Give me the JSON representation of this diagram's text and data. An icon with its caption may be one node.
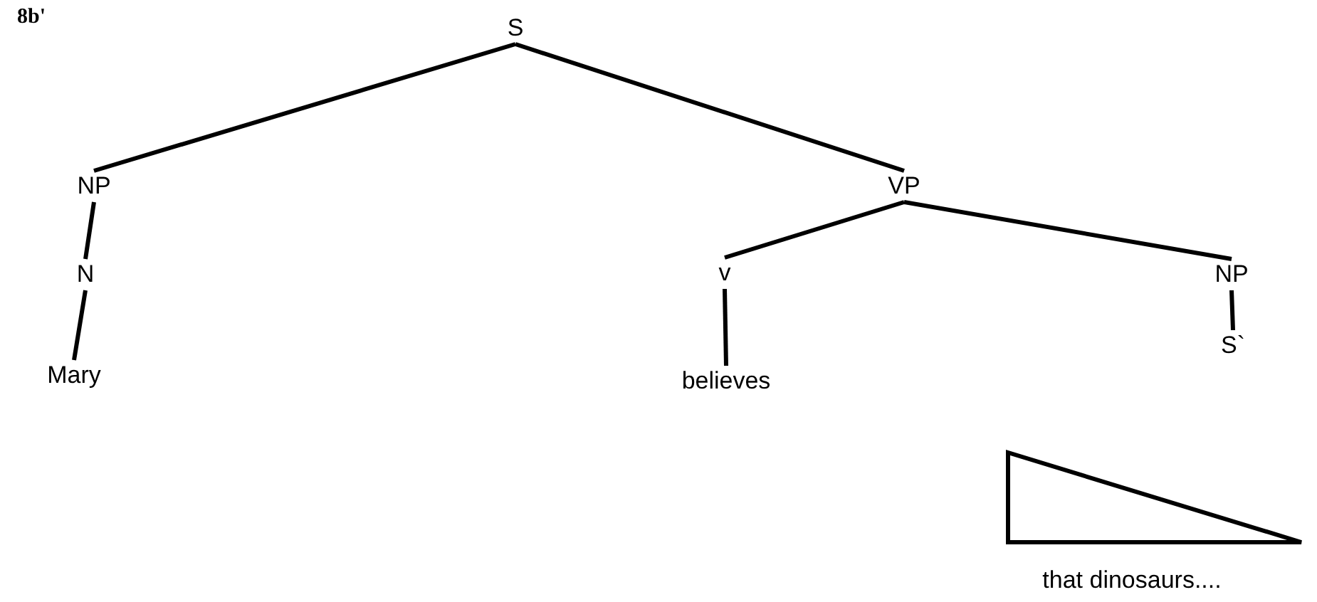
{
  "diagram": {
    "nodes": [
      {
        "text": [
          "S"
        ]
      },
      {
        "text": [
          "NP"
        ]
      },
      {
        "text": [
          "VP"
        ]
      },
      {
        "text": [
          "N"
        ]
      },
      {
        "text": [
          "Mary"
        ]
      },
      {
        "text": [
          "v"
        ]
      },
      {
        "text": [
          "believes"
        ]
      },
      {
        "text": [
          "NP"
        ]
      },
      {
        "text": [
          "S`"
        ]
      },
      {
        "text": [],
        "shape": "triangle"
      },
      {
        "text": [
          "that dinosaurs...."
        ]
      }
    ],
    "edges": [
      {
        "from": 0,
        "to": 1,
        "arrow": "none"
      },
      {
        "from": 0,
        "to": 2,
        "arrow": "none"
      },
      {
        "from": 1,
        "to": 3,
        "arrow": "none"
      },
      {
        "from": 3,
        "to": 4,
        "arrow": "none"
      },
      {
        "from": 2,
        "to": 5,
        "arrow": "none"
      },
      {
        "from": 2,
        "to": 7,
        "arrow": "none"
      },
      {
        "from": 5,
        "to": 6,
        "arrow": "none"
      },
      {
        "from": 7,
        "to": 8,
        "arrow": "none"
      }
    ],
    "labels": [
      "8b'"
    ]
  }
}
